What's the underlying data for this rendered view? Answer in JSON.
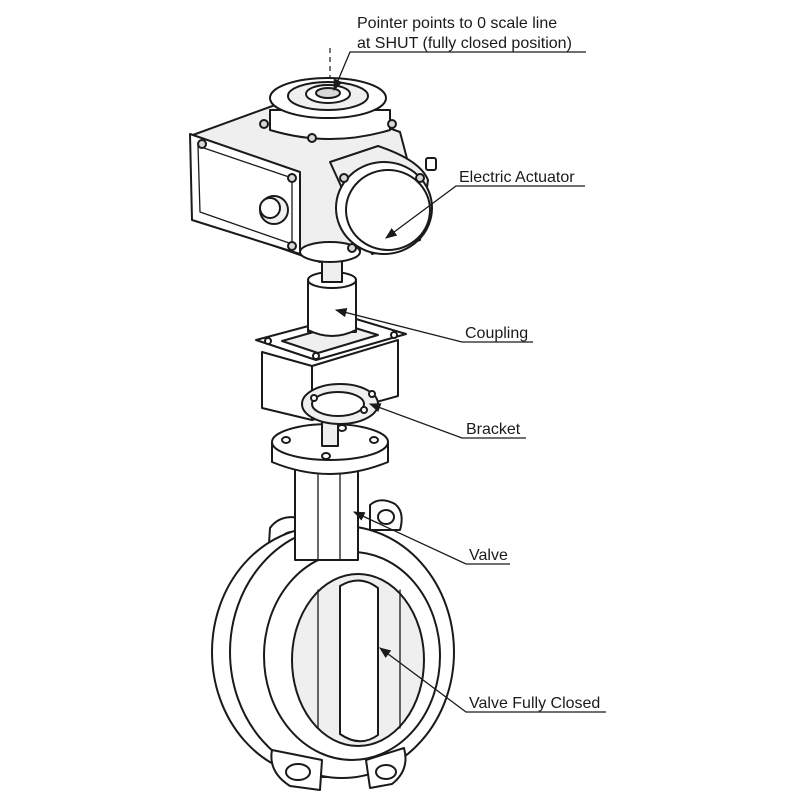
{
  "callouts": {
    "pointer_line1": "Pointer points to 0 scale line",
    "pointer_line2": "at SHUT (fully closed position)",
    "actuator": "Electric Actuator",
    "coupling": "Coupling",
    "bracket": "Bracket",
    "valve": "Valve",
    "valve_closed": "Valve Fully Closed"
  },
  "colors": {
    "line": "#1a1a1a",
    "background": "#ffffff"
  }
}
